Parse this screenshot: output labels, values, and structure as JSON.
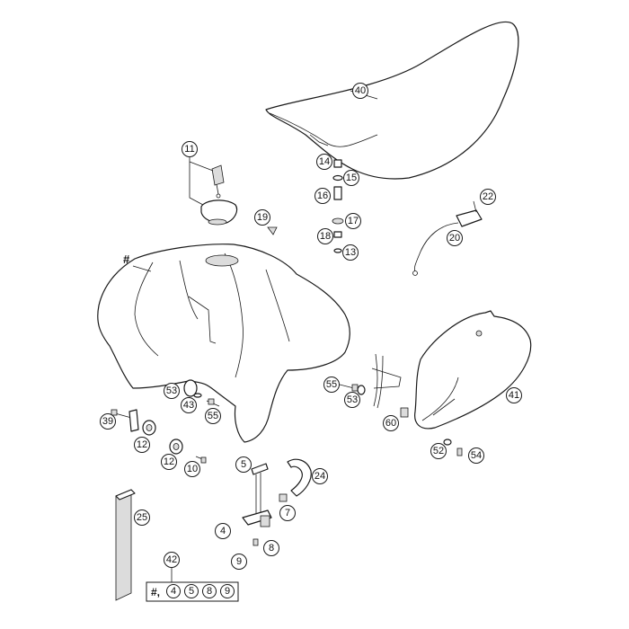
{
  "callouts": {
    "c40": "40",
    "c11": "11",
    "c14": "14",
    "c15": "15",
    "c16": "16",
    "c17": "17",
    "c18": "18",
    "c13": "13",
    "c19": "19",
    "c22": "22",
    "c20": "20",
    "c41": "41",
    "c55a": "55",
    "c53a": "53",
    "c60": "60",
    "c52": "52",
    "c54": "54",
    "c53b": "53",
    "c43": "43",
    "c55b": "55",
    "c39": "39",
    "c12a": "12",
    "c12b": "12",
    "c10": "10",
    "c5": "5",
    "c24": "24",
    "c7": "7",
    "c4": "4",
    "c8": "8",
    "c9": "9",
    "c25": "25",
    "c42": "42",
    "k4": "4",
    "k5": "5",
    "k8": "8",
    "k9": "9"
  },
  "labels": {
    "tank_hash": "#",
    "kit_hash": "#,"
  }
}
